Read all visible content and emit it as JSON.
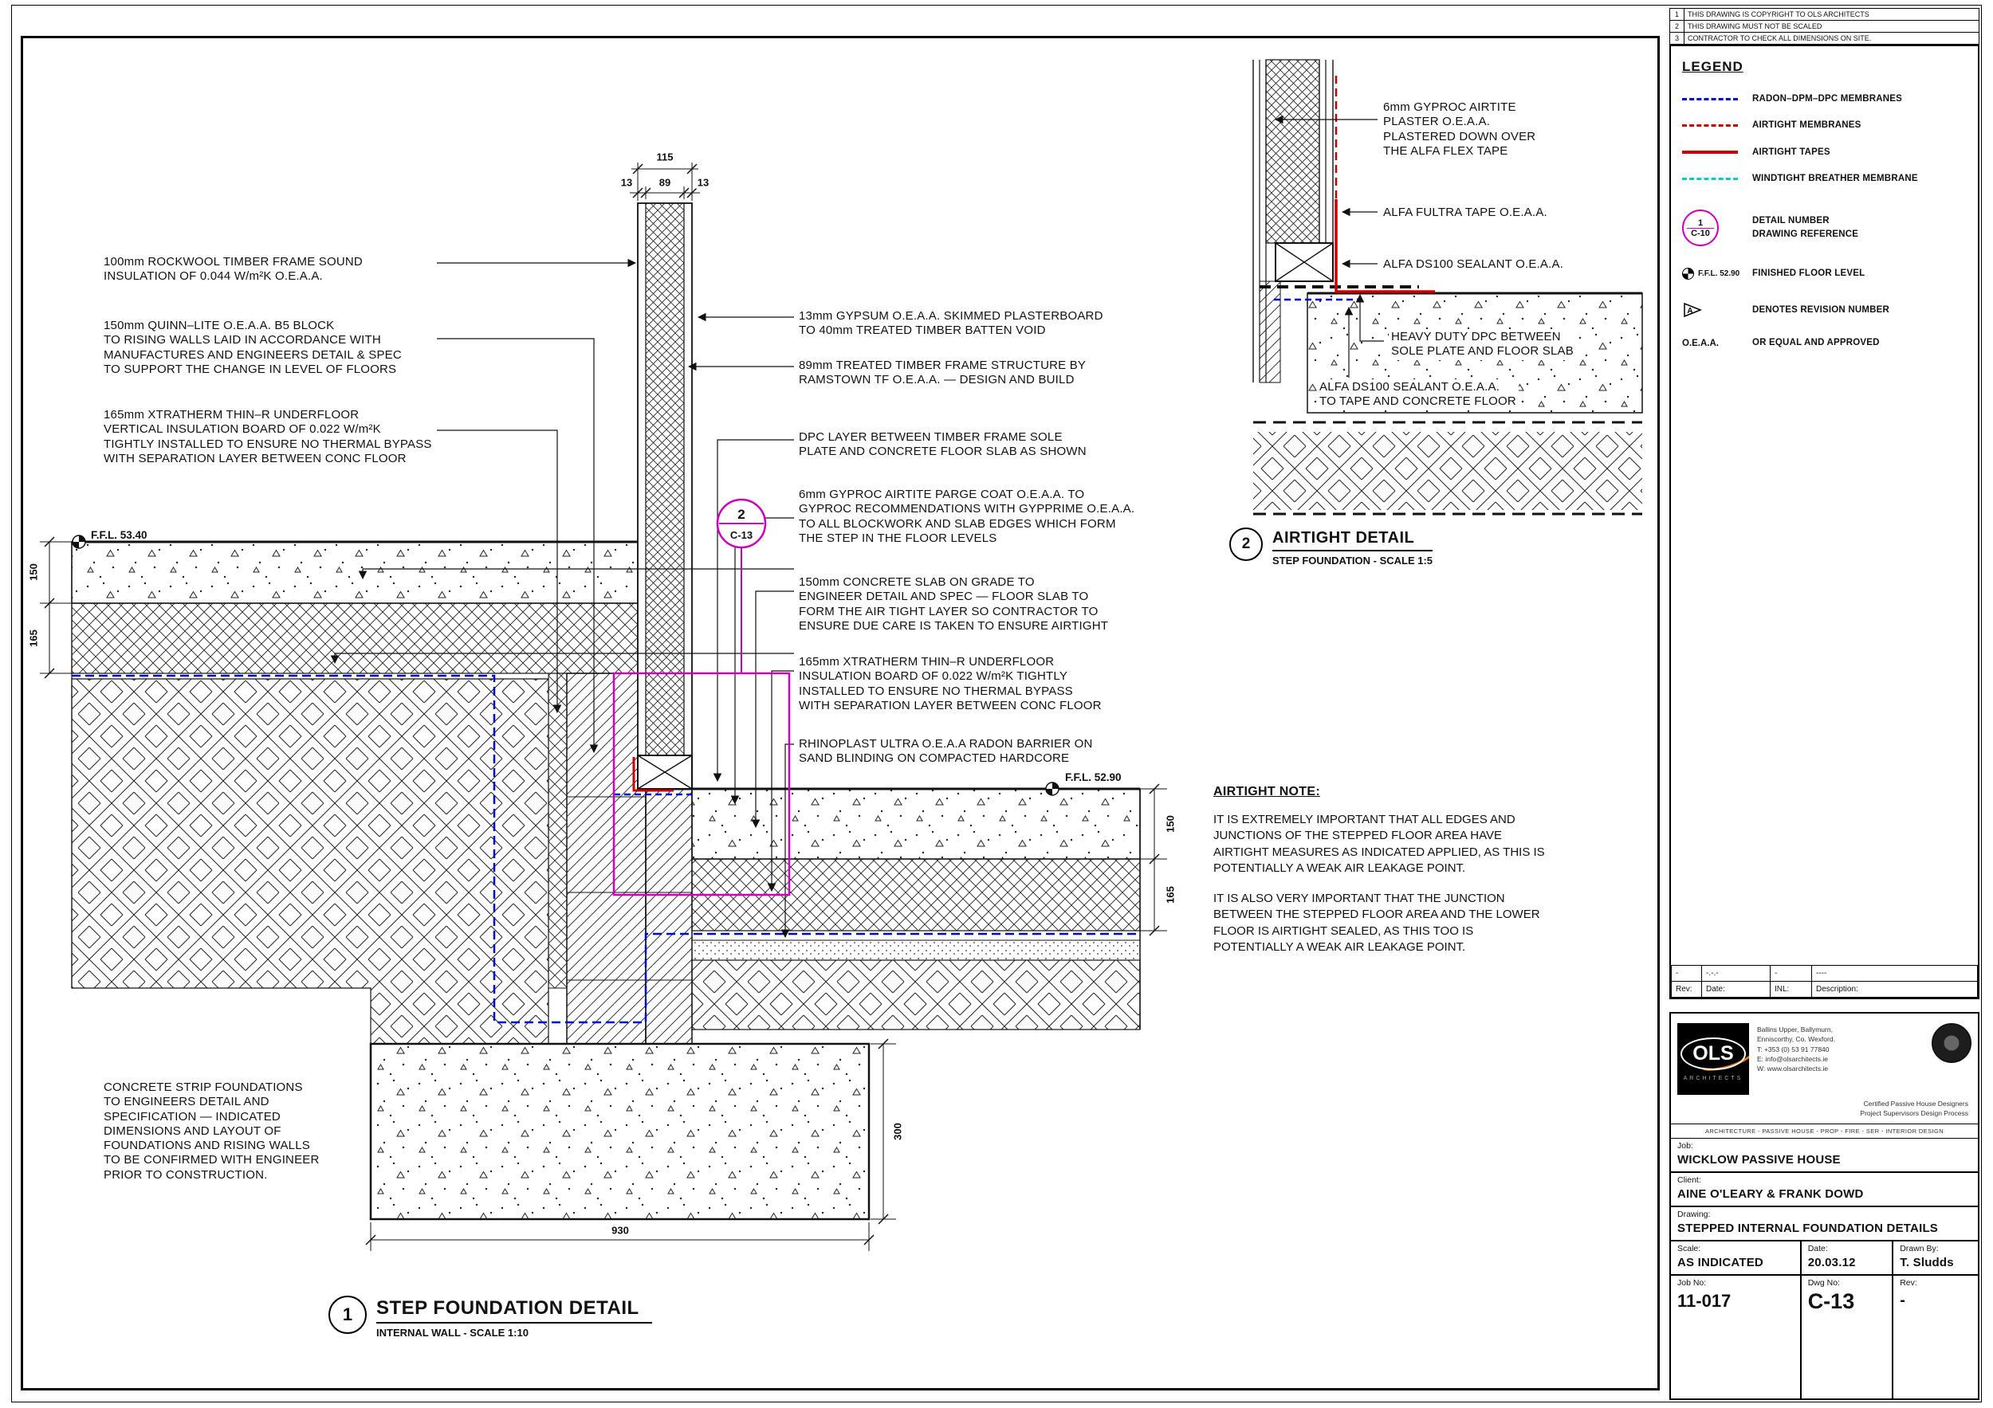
{
  "notes": [
    {
      "num": "1",
      "text": "THIS DRAWING IS COPYRIGHT TO OLS ARCHITECTS"
    },
    {
      "num": "2",
      "text": "THIS DRAWING MUST NOT BE SCALED"
    },
    {
      "num": "3",
      "text": "CONTRACTOR TO CHECK ALL DIMENSIONS ON SITE."
    }
  ],
  "legend": {
    "title": "LEGEND",
    "items": [
      {
        "label": "RADON–DPM–DPC MEMBRANES"
      },
      {
        "label": "AIRTIGHT MEMBRANES"
      },
      {
        "label": "AIRTIGHT TAPES"
      },
      {
        "label": "WINDTIGHT BREATHER MEMBRANE"
      }
    ],
    "detail_number": "1",
    "detail_ref": "C-10",
    "detail_label": "DETAIL NUMBER\nDRAWING REFERENCE",
    "ffl_sample": "F.F.L. 52.90",
    "ffl_label": "FINISHED FLOOR LEVEL",
    "revision_letter": "A",
    "revision_label": "DENOTES REVISION NUMBER",
    "oeaa": "O.E.A.A.",
    "oeaa_label": "OR EQUAL AND APPROVED"
  },
  "rev_strip": {
    "values": [
      "-",
      "-.-.-",
      "-",
      "----"
    ],
    "headers": [
      "Rev:",
      "Date:",
      "INL:",
      "Description:"
    ]
  },
  "firm": {
    "logo_text": "OLS",
    "logo_sub": "ARCHITECTS",
    "address_lines": "Ballins Upper, Ballymurn,\nEnniscorthy, Co. Wexford.\nT: +353 (0) 53 91 77840\nE: info@olsarchitects.ie\nW: www.olsarchitects.ie",
    "cert_lines": "Certified Passive House Designers\nProject Supervisors Design Process",
    "services_band": "ARCHITECTURE - PASSIVE HOUSE - PROP - FIRE - SER - INTERIOR DESIGN"
  },
  "titleblock": {
    "job_label": "Job:",
    "job": "WICKLOW PASSIVE HOUSE",
    "client_label": "Client:",
    "client": "AINE O'LEARY & FRANK DOWD",
    "drawing_label": "Drawing:",
    "drawing": "STEPPED INTERNAL FOUNDATION DETAILS",
    "scale_label": "Scale:",
    "scale": "AS INDICATED",
    "date_label": "Date:",
    "date": "20.03.12",
    "drawn_label": "Drawn By:",
    "drawn": "T. Sludds",
    "jobno_label": "Job No:",
    "jobno": "11-017",
    "dwgno_label": "Dwg No:",
    "dwgno": "C-13",
    "rev_label": "Rev:",
    "rev": "-"
  },
  "detail1": {
    "number": "1",
    "title": "STEP FOUNDATION DETAIL",
    "subtitle": "INTERNAL WALL - SCALE 1:10",
    "ref_num": "2",
    "ref_dwg": "C-13",
    "ffl_upper": "F.F.L. 53.40",
    "ffl_lower": "F.F.L. 52.90",
    "dims": {
      "wall_total": "115",
      "wall_parts": [
        "13",
        "89",
        "13"
      ],
      "slab": "150",
      "insulation": "165",
      "foundation_depth": "300",
      "foundation_width": "930"
    },
    "annotations": {
      "rockwool": "100mm ROCKWOOL TIMBER FRAME SOUND\nINSULATION OF 0.044 W/m²K O.E.A.A.",
      "quinnlite": "150mm QUINN–LITE O.E.A.A. B5 BLOCK\nTO RISING WALLS LAID IN ACCORDANCE WITH\nMANUFACTURES AND ENGINEERS DETAIL & SPEC\nTO SUPPORT THE CHANGE IN LEVEL OF FLOORS",
      "xtratherm_vertical": "165mm XTRATHERM THIN–R UNDERFLOOR\nVERTICAL INSULATION BOARD OF 0.022 W/m²K\nTIGHTLY INSTALLED TO ENSURE NO THERMAL BYPASS\nWITH SEPARATION LAYER BETWEEN CONC FLOOR",
      "foundation_note": "CONCRETE STRIP FOUNDATIONS\nTO ENGINEERS DETAIL AND\nSPECIFICATION — INDICATED\nDIMENSIONS AND LAYOUT OF\nFOUNDATIONS AND RISING WALLS\nTO BE CONFIRMED WITH ENGINEER\nPRIOR TO CONSTRUCTION.",
      "gypsum": "13mm GYPSUM O.E.A.A. SKIMMED PLASTERBOARD\nTO 40mm TREATED TIMBER BATTEN VOID",
      "timber_frame": "89mm TREATED TIMBER FRAME STRUCTURE BY\nRAMSTOWN TF O.E.A.A. — DESIGN AND BUILD",
      "dpc_layer": "DPC LAYER BETWEEN TIMBER FRAME SOLE\nPLATE AND CONCRETE FLOOR SLAB AS SHOWN",
      "parge": "6mm GYPROC AIRTITE PARGE COAT O.E.A.A. TO\nGYPROC RECOMMENDATIONS WITH GYPPRIME O.E.A.A.\nTO ALL BLOCKWORK AND SLAB EDGES WHICH FORM\nTHE STEP IN THE FLOOR LEVELS",
      "slab": "150mm CONCRETE SLAB ON GRADE TO\nENGINEER DETAIL AND SPEC — FLOOR SLAB TO\nFORM THE AIR TIGHT LAYER SO CONTRACTOR TO\nENSURE DUE CARE IS TAKEN TO ENSURE AIRTIGHT",
      "underfloor_insulation": "165mm XTRATHERM THIN–R UNDERFLOOR\nINSULATION BOARD OF 0.022 W/m²K TIGHTLY\nINSTALLED TO ENSURE NO THERMAL BYPASS\nWITH SEPARATION LAYER BETWEEN CONC FLOOR",
      "radon_barrier": "RHINOPLAST ULTRA O.E.A.A RADON BARRIER ON\nSAND BLINDING ON COMPACTED HARDCORE"
    }
  },
  "detail2": {
    "number": "2",
    "title": "AIRTIGHT DETAIL",
    "subtitle": "STEP FOUNDATION - SCALE 1:5",
    "annotations": {
      "plaster": "6mm GYPROC AIRTITE\nPLASTER O.E.A.A.\nPLASTERED DOWN OVER\nTHE ALFA FLEX TAPE",
      "fultra_tape": "ALFA FULTRA TAPE O.E.A.A.",
      "ds100_sealant": "ALFA DS100 SEALANT O.E.A.A.",
      "heavy_dpc": "HEAVY DUTY DPC BETWEEN\nSOLE PLATE AND FLOOR SLAB",
      "ds100_tape": "ALFA DS100 SEALANT O.E.A.A.\nTO TAPE AND CONCRETE FLOOR"
    }
  },
  "airtight_note": {
    "title": "AIRTIGHT NOTE:",
    "para1": "IT IS EXTREMELY IMPORTANT THAT ALL EDGES AND\nJUNCTIONS OF THE STEPPED FLOOR AREA HAVE\nAIRTIGHT MEASURES AS INDICATED APPLIED, AS THIS IS\nPOTENTIALLY A WEAK AIR LEAKAGE POINT.",
    "para2": "IT IS ALSO VERY IMPORTANT THAT THE JUNCTION\nBETWEEN THE STEPPED FLOOR AREA AND THE LOWER\nFLOOR IS AIRTIGHT SEALED, AS THIS TOO IS\nPOTENTIALLY A WEAK AIR LEAKAGE POINT."
  }
}
